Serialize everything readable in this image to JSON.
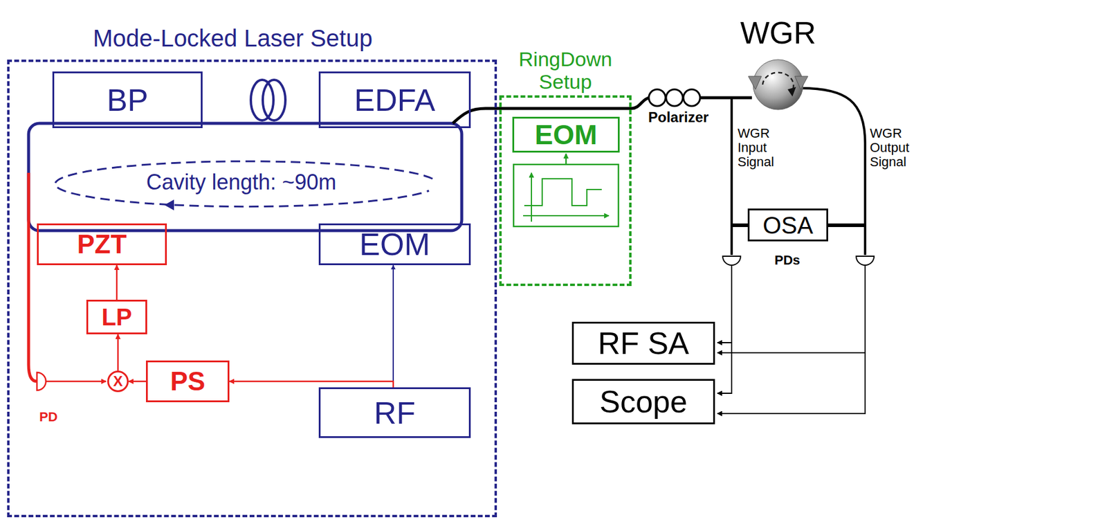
{
  "diagram": {
    "nodes": [
      {
        "text": [
          "Mode-Locked Laser Setup"
        ]
      },
      {
        "text": [
          "BP"
        ],
        "in": 0
      },
      {
        "text": [
          "EDFA"
        ],
        "in": 0
      },
      {
        "text": [
          "Cavity length: ~90m"
        ],
        "in": 0
      },
      {
        "text": [
          "PZT"
        ],
        "in": 0
      },
      {
        "text": [
          "EOM"
        ],
        "in": 0
      },
      {
        "text": [
          "LP"
        ],
        "in": 0
      },
      {
        "text": [
          "X"
        ],
        "in": 0
      },
      {
        "text": [
          "PS"
        ],
        "in": 0
      },
      {
        "text": [
          "RF"
        ],
        "in": 0
      },
      {
        "text": [
          "RingDown Setup"
        ]
      },
      {
        "text": [
          "EOM"
        ],
        "in": 10
      },
      {
        "text": [
          "WGR"
        ]
      },
      {
        "text": [
          "OSA"
        ]
      },
      {
        "text": [
          "RF SA"
        ]
      },
      {
        "text": [
          "Scope"
        ]
      }
    ],
    "edges": [
      {
        "from": 9,
        "to": 5,
        "arrow": "to"
      },
      {
        "from": 9,
        "to": 8,
        "arrow": "to"
      },
      {
        "from": 8,
        "to": 7,
        "arrow": "to"
      },
      {
        "from": 7,
        "to": 6,
        "arrow": "to"
      },
      {
        "from": 6,
        "to": 4,
        "arrow": "to"
      }
    ],
    "labels": [
      "Polarizer",
      "WGR Input Signal",
      "WGR Output Signal",
      "PDs",
      "PD"
    ]
  }
}
